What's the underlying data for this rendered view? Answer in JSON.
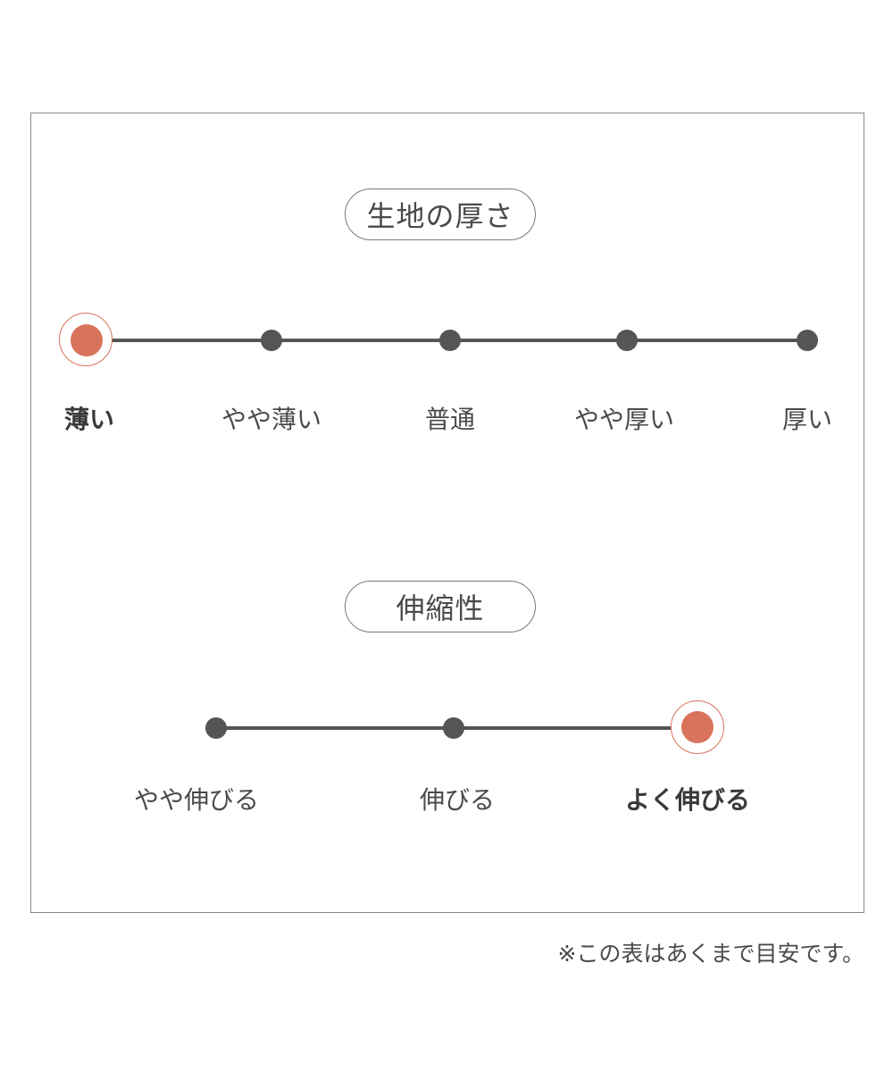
{
  "thickness": {
    "title": "生地の厚さ",
    "levels": [
      "薄い",
      "やや薄い",
      "普通",
      "やや厚い",
      "厚い"
    ],
    "selected_index": 0
  },
  "stretch": {
    "title": "伸縮性",
    "levels": [
      "やや伸びる",
      "伸びる",
      "よく伸びる"
    ],
    "selected_index": 2
  },
  "note": "※この表はあくまで目安です。",
  "colors": {
    "selected": "#d9735b",
    "track": "#555555",
    "border": "#8a8a8a"
  }
}
